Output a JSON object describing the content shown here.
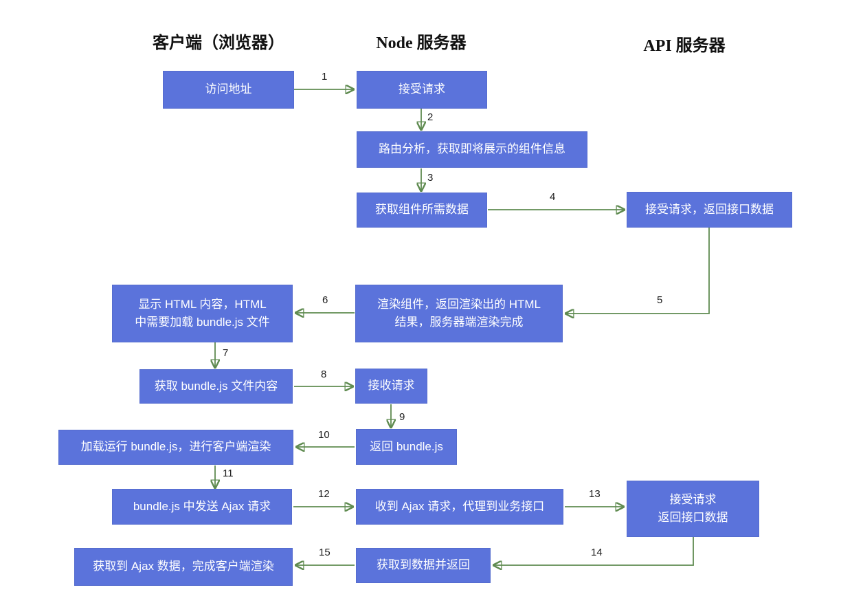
{
  "headers": [
    {
      "id": "client",
      "label": "客户端（浏览器）"
    },
    {
      "id": "node",
      "label": "Node 服务器"
    },
    {
      "id": "api",
      "label": "API 服务器"
    }
  ],
  "nodes": {
    "visit_url": {
      "column": "client",
      "label": "访问地址"
    },
    "accept_request": {
      "column": "node",
      "label": "接受请求"
    },
    "route_analysis": {
      "column": "node",
      "label": "路由分析，获取即将展示的组件信息"
    },
    "fetch_component_data": {
      "column": "node",
      "label": "获取组件所需数据"
    },
    "api_return_data": {
      "column": "api",
      "label": "接受请求，返回接口数据"
    },
    "show_html": {
      "column": "client",
      "label": "显示 HTML 内容，HTML\n中需要加载 bundle.js 文件"
    },
    "render_component": {
      "column": "node",
      "label": "渲染组件，返回渲染出的 HTML\n结果，服务器端渲染完成"
    },
    "get_bundle": {
      "column": "client",
      "label": "获取 bundle.js 文件内容"
    },
    "receive_request": {
      "column": "node",
      "label": "接收请求"
    },
    "return_bundle": {
      "column": "node",
      "label": "返回 bundle.js"
    },
    "run_bundle": {
      "column": "client",
      "label": "加载运行 bundle.js，进行客户端渲染"
    },
    "send_ajax": {
      "column": "client",
      "label": "bundle.js 中发送 Ajax 请求"
    },
    "proxy_ajax": {
      "column": "node",
      "label": "收到 Ajax 请求，代理到业务接口"
    },
    "api_return_data_2": {
      "column": "api",
      "label": "接受请求\n返回接口数据"
    },
    "got_ajax": {
      "column": "client",
      "label": "获取到 Ajax 数据，完成客户端渲染"
    },
    "return_data": {
      "column": "node",
      "label": "获取到数据并返回"
    }
  },
  "edges": [
    {
      "label": "1",
      "from": "visit_url",
      "to": "accept_request"
    },
    {
      "label": "2",
      "from": "accept_request",
      "to": "route_analysis"
    },
    {
      "label": "3",
      "from": "route_analysis",
      "to": "fetch_component_data"
    },
    {
      "label": "4",
      "from": "fetch_component_data",
      "to": "api_return_data"
    },
    {
      "label": "5",
      "from": "api_return_data",
      "to": "render_component"
    },
    {
      "label": "6",
      "from": "render_component",
      "to": "show_html"
    },
    {
      "label": "7",
      "from": "show_html",
      "to": "get_bundle"
    },
    {
      "label": "8",
      "from": "get_bundle",
      "to": "receive_request"
    },
    {
      "label": "9",
      "from": "receive_request",
      "to": "return_bundle"
    },
    {
      "label": "10",
      "from": "return_bundle",
      "to": "run_bundle"
    },
    {
      "label": "11",
      "from": "run_bundle",
      "to": "send_ajax"
    },
    {
      "label": "12",
      "from": "send_ajax",
      "to": "proxy_ajax"
    },
    {
      "label": "13",
      "from": "proxy_ajax",
      "to": "api_return_data_2"
    },
    {
      "label": "14",
      "from": "api_return_data_2",
      "to": "return_data"
    },
    {
      "label": "15",
      "from": "return_data",
      "to": "got_ajax"
    }
  ],
  "colors": {
    "box_fill": "#5b73db",
    "box_text": "#ffffff",
    "arrow": "#5f8b50",
    "label_text": "#1c1c1c",
    "header_text": "#111111",
    "background": "#ffffff"
  }
}
